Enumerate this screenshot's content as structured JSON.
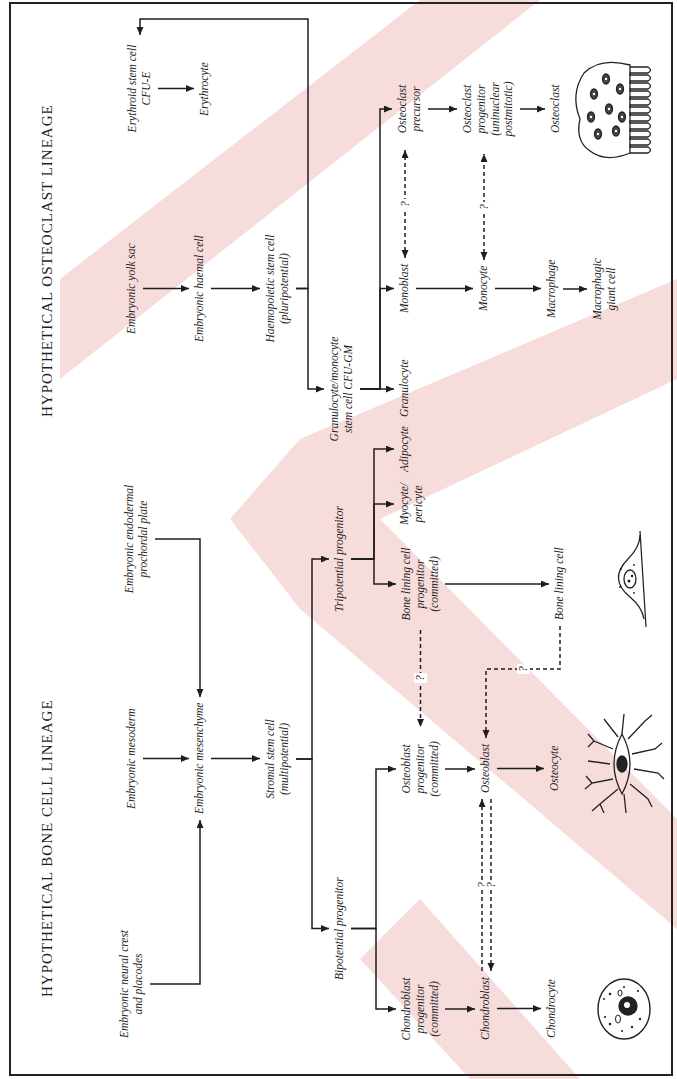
{
  "diagram": {
    "nodes": [
      {
        "text": [
          "Embryonic neural crest and placodes"
        ]
      },
      {
        "text": [
          "Embryonic mesoderm"
        ]
      },
      {
        "text": [
          "Embryonic endodermal prochordal plate"
        ]
      },
      {
        "text": [
          "Embryonic mesenchyme"
        ]
      },
      {
        "text": [
          "Stromal stem cell (multipotential)"
        ]
      },
      {
        "text": [
          "Bipotential progenitor"
        ]
      },
      {
        "text": [
          "Tripotential progenitor"
        ]
      },
      {
        "text": [
          "Chondroblast progenitor (committed)"
        ]
      },
      {
        "text": [
          "Osteoblast progenitor (committed)"
        ]
      },
      {
        "text": [
          "Bone lining cell progenitor (committed)"
        ]
      },
      {
        "text": [
          "Myocyte/ pericyte"
        ]
      },
      {
        "text": [
          "Adipocyte"
        ]
      },
      {
        "text": [
          "Chondroblast"
        ]
      },
      {
        "text": [
          "Osteoblast"
        ]
      },
      {
        "text": [
          "Chondrocyte"
        ]
      },
      {
        "text": [
          "Osteocyte"
        ]
      },
      {
        "text": [
          "Bone lining cell"
        ]
      },
      {
        "text": [
          "Embryonic yolk sac"
        ]
      },
      {
        "text": [
          "Embryonic haemal cell"
        ]
      },
      {
        "text": [
          "Haemopoietic stem cell (pluripotential)"
        ]
      },
      {
        "text": [
          "Erythroid stem cell CFU-E"
        ]
      },
      {
        "text": [
          "Erythrocyte"
        ]
      },
      {
        "text": [
          "Granulocyte/monocyte stem cell CFU-GM"
        ]
      },
      {
        "text": [
          "Granulocyte"
        ]
      },
      {
        "text": [
          "Monoblast"
        ]
      },
      {
        "text": [
          "Osteoclast precursor"
        ]
      },
      {
        "text": [
          "Monocyte"
        ]
      },
      {
        "text": [
          "Osteoclast progenitor (uninuclear postmitotic)"
        ]
      },
      {
        "text": [
          "Macrophage"
        ]
      },
      {
        "text": [
          "Macrophagic giant cell"
        ]
      },
      {
        "text": [
          "Osteoclast"
        ]
      }
    ],
    "edges": [
      {
        "from": 0,
        "to": 3,
        "arrow": "to"
      },
      {
        "from": 1,
        "to": 3,
        "arrow": "to"
      },
      {
        "from": 2,
        "to": 3,
        "arrow": "to"
      },
      {
        "from": 3,
        "to": 4,
        "arrow": "to"
      },
      {
        "from": 4,
        "to": 5,
        "arrow": "to"
      },
      {
        "from": 4,
        "to": 6,
        "arrow": "to"
      },
      {
        "from": 5,
        "to": 7,
        "arrow": "to"
      },
      {
        "from": 5,
        "to": 8,
        "arrow": "to"
      },
      {
        "from": 6,
        "to": 9,
        "arrow": "to"
      },
      {
        "from": 6,
        "to": 10,
        "arrow": "to"
      },
      {
        "from": 6,
        "to": 11,
        "arrow": "to"
      },
      {
        "from": 7,
        "to": 12,
        "arrow": "to"
      },
      {
        "from": 12,
        "to": 14,
        "arrow": "to"
      },
      {
        "from": 8,
        "to": 13,
        "arrow": "to"
      },
      {
        "from": 13,
        "to": 15,
        "arrow": "to"
      },
      {
        "from": 9,
        "to": 16,
        "arrow": "to"
      },
      {
        "from": 17,
        "to": 18,
        "arrow": "to"
      },
      {
        "from": 18,
        "to": 19,
        "arrow": "to"
      },
      {
        "from": 19,
        "to": 22,
        "arrow": "to"
      },
      {
        "from": 19,
        "to": 20,
        "arrow": "to"
      },
      {
        "from": 20,
        "to": 21,
        "arrow": "to"
      },
      {
        "from": 22,
        "to": 23,
        "arrow": "to"
      },
      {
        "from": 22,
        "to": 24,
        "arrow": "to"
      },
      {
        "from": 22,
        "to": 25,
        "arrow": "to"
      },
      {
        "from": 24,
        "to": 26,
        "arrow": "to"
      },
      {
        "from": 26,
        "to": 28,
        "arrow": "to"
      },
      {
        "from": 28,
        "to": 29,
        "arrow": "to"
      },
      {
        "from": 25,
        "to": 27,
        "arrow": "to"
      },
      {
        "from": 27,
        "to": 30,
        "arrow": "to"
      },
      {
        "from": 24,
        "to": 25,
        "label": "?",
        "arrow": "both"
      },
      {
        "from": 26,
        "to": 27,
        "label": "?",
        "arrow": "both"
      },
      {
        "from": 9,
        "to": 8,
        "label": "?",
        "arrow": "to"
      },
      {
        "from": 12,
        "to": 13,
        "label": "?",
        "arrow": "to"
      },
      {
        "from": 13,
        "to": 12,
        "label": "?",
        "arrow": "to"
      },
      {
        "from": 16,
        "to": 13,
        "label": "?",
        "arrow": "to"
      }
    ],
    "labels": [
      "HYPOTHETICAL BONE CELL LINEAGE",
      "HYPOTHETICAL OSTEOCLAST LINEAGE"
    ]
  }
}
